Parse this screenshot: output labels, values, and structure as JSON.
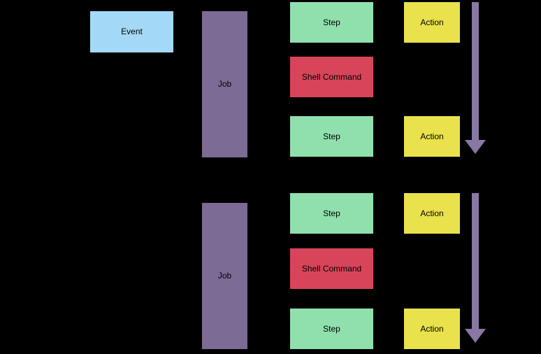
{
  "colors": {
    "canvas-bg": "#000000",
    "event-fill": "#a3d9f7",
    "job-fill": "#7c6b94",
    "step-fill": "#90e0ae",
    "shell-fill": "#d8455a",
    "action-fill": "#e9e24c",
    "arrow": "#8878a3",
    "label-text": "#000000"
  },
  "nodes": {
    "event": {
      "label": "Event"
    }
  },
  "groups": [
    {
      "job": {
        "label": "Job"
      },
      "step1": {
        "label": "Step"
      },
      "shell": {
        "label": "Shell Command"
      },
      "step2": {
        "label": "Step"
      },
      "action1": {
        "label": "Action"
      },
      "action2": {
        "label": "Action"
      }
    },
    {
      "job": {
        "label": "Job"
      },
      "step1": {
        "label": "Step"
      },
      "shell": {
        "label": "Shell Command"
      },
      "step2": {
        "label": "Step"
      },
      "action1": {
        "label": "Action"
      },
      "action2": {
        "label": "Action"
      }
    }
  ]
}
